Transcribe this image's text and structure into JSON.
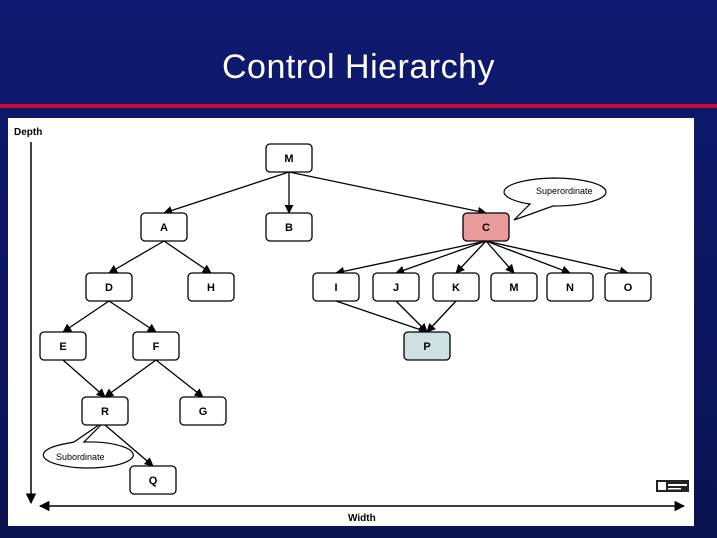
{
  "slide": {
    "title": "Control Hierarchy",
    "background_color": "#0e1a70",
    "rule_color": "#c8102e"
  },
  "diagram": {
    "axis_depth_label": "Depth",
    "axis_width_label": "Width",
    "callouts": {
      "superordinate": "Superordinate",
      "subordinate": "Subordinate"
    },
    "nodes": [
      {
        "id": "M_top",
        "label": "M",
        "fill": "#ffffff"
      },
      {
        "id": "A",
        "label": "A",
        "fill": "#ffffff"
      },
      {
        "id": "B",
        "label": "B",
        "fill": "#ffffff"
      },
      {
        "id": "C",
        "label": "C",
        "fill": "#e99a9a"
      },
      {
        "id": "D",
        "label": "D",
        "fill": "#ffffff"
      },
      {
        "id": "H",
        "label": "H",
        "fill": "#ffffff"
      },
      {
        "id": "I",
        "label": "I",
        "fill": "#ffffff"
      },
      {
        "id": "J",
        "label": "J",
        "fill": "#ffffff"
      },
      {
        "id": "K",
        "label": "K",
        "fill": "#ffffff"
      },
      {
        "id": "M_mid",
        "label": "M",
        "fill": "#ffffff"
      },
      {
        "id": "N",
        "label": "N",
        "fill": "#ffffff"
      },
      {
        "id": "O",
        "label": "O",
        "fill": "#ffffff"
      },
      {
        "id": "E",
        "label": "E",
        "fill": "#ffffff"
      },
      {
        "id": "F",
        "label": "F",
        "fill": "#ffffff"
      },
      {
        "id": "P",
        "label": "P",
        "fill": "#cfe0e3"
      },
      {
        "id": "R",
        "label": "R",
        "fill": "#ffffff"
      },
      {
        "id": "G",
        "label": "G",
        "fill": "#ffffff"
      },
      {
        "id": "Q",
        "label": "Q",
        "fill": "#ffffff"
      }
    ],
    "edges": [
      [
        "M_top",
        "A"
      ],
      [
        "M_top",
        "B"
      ],
      [
        "M_top",
        "C"
      ],
      [
        "A",
        "D"
      ],
      [
        "A",
        "H"
      ],
      [
        "C",
        "I"
      ],
      [
        "C",
        "J"
      ],
      [
        "C",
        "K"
      ],
      [
        "C",
        "M_mid"
      ],
      [
        "C",
        "N"
      ],
      [
        "C",
        "O"
      ],
      [
        "D",
        "E"
      ],
      [
        "D",
        "F"
      ],
      [
        "I",
        "P"
      ],
      [
        "J",
        "P"
      ],
      [
        "K",
        "P"
      ],
      [
        "E",
        "R"
      ],
      [
        "F",
        "R"
      ],
      [
        "F",
        "G"
      ],
      [
        "R",
        "Q"
      ]
    ]
  }
}
